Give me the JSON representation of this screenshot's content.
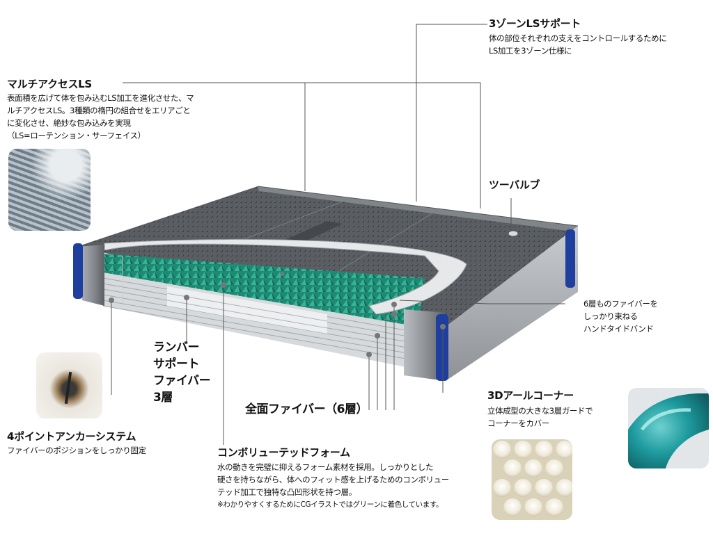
{
  "labels": {
    "multi_access": {
      "title": "マルチアクセスLS",
      "desc": [
        "表面積を広げて体を包み込むLS加工を進化させた、マ",
        "ルチアクセスLS。3種類の楕円の組合せをエリアごと",
        "に変化させ、絶妙な包み込みを実現",
        "（LS=ローテンション・サーフェイス）"
      ]
    },
    "zone_support": {
      "title": "3ゾーンLSサポート",
      "desc": [
        "体の部位それぞれの支えをコントロールするために",
        "LS加工を3ゾーン仕様に"
      ]
    },
    "two_valve": {
      "title": "ツーバルブ"
    },
    "hand_tied_band": {
      "desc": [
        "6層ものファイバーを",
        "しっかり束ねる",
        "ハンドタイドバンド"
      ]
    },
    "lumbar_support": {
      "lines": [
        "ランバー",
        "サポート",
        "ファイバー",
        "3層"
      ]
    },
    "full_fiber": {
      "title": "全面ファイバー（6層）"
    },
    "corner_3d": {
      "title": "3Dアールコーナー",
      "desc": [
        "立体成型の大きな3層ガードで",
        "コーナーをカバー"
      ]
    },
    "anchor_system": {
      "title": "4ポイントアンカーシステム",
      "desc": "ファイバーのポジションをしっかり固定"
    },
    "convoluted_foam": {
      "title": "コンボリューテッドフォーム",
      "desc": [
        "水の動きを完璧に抑えるフォーム素材を採用。しっかりとした",
        "硬さを持ちながら、体へのフィット感を上げるためのコンボリュー",
        "テッド加工で独特な凸凹形状を持つ層。",
        "※わかりやすくするためにCGイラストではグリーンに着色しています。"
      ]
    }
  },
  "colors": {
    "foam_green": "#2a9e86",
    "corner_blue": "#1f3f9e",
    "line": "#555555"
  }
}
